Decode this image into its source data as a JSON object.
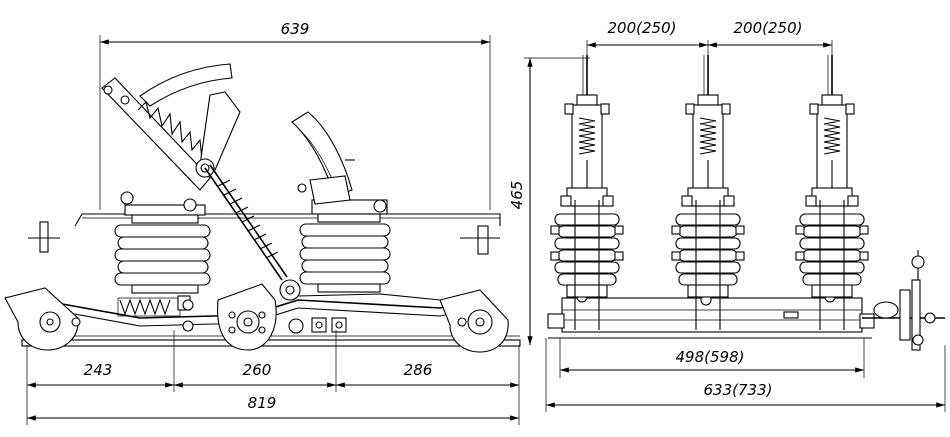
{
  "dimensions": {
    "side_top_width": "639",
    "side_height": "465",
    "side_left_section": "243",
    "side_mid_section": "260",
    "side_right_section": "286",
    "side_total_length": "819",
    "front_pitch_1": "200(250)",
    "front_pitch_2": "200(250)",
    "front_frame_length": "498(598)",
    "front_total_length": "633(733)"
  }
}
